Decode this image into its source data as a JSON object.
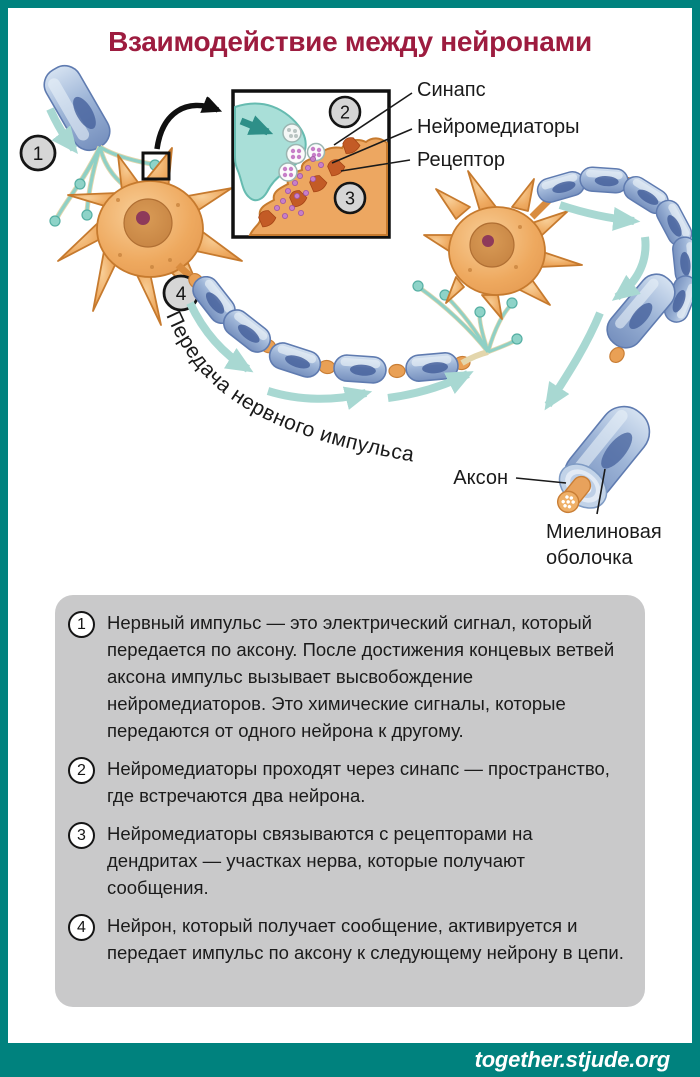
{
  "title": "Взаимодействие между нейронами",
  "figure": {
    "labels": {
      "synapse": "Синапс",
      "neurotransmitters": "Нейромедиаторы",
      "receptor": "Рецептор",
      "axon": "Аксон",
      "myelin_line1": "Миелиновая",
      "myelin_line2": "оболочка",
      "impulse_path": "Передача нервного импульса"
    },
    "markers": {
      "step1": "1",
      "step2": "2",
      "step3": "3",
      "step4": "4"
    },
    "colors": {
      "brand_teal": "#00827E",
      "title_red": "#9D1C3F",
      "box_gray": "#C9C9CA",
      "neuron_orange": "#EDA45C",
      "myelin_blue": "#8FA9CE",
      "signal_teal": "#A8D8D2",
      "neurotransmitter_purple": "#C77FC8"
    }
  },
  "steps": [
    {
      "number": "1",
      "text": "Нервный импульс — это электрический сигнал, который передается по аксону. После достижения концевых ветвей аксона импульс вызывает высвобождение нейромедиаторов. Это химические сигналы, которые передаются от одного нейрона к другому."
    },
    {
      "number": "2",
      "text": "Нейромедиаторы проходят через синапс — пространство, где встречаются два нейрона."
    },
    {
      "number": "3",
      "text": "Нейромедиаторы связываются с рецепторами на дендритах — участках нерва, которые получают сообщения."
    },
    {
      "number": "4",
      "text": "Нейрон, который получает сообщение, активируется и передает импульс по аксону к следующему нейрону в цепи."
    }
  ],
  "footer": {
    "url": "together.stjude.org"
  }
}
